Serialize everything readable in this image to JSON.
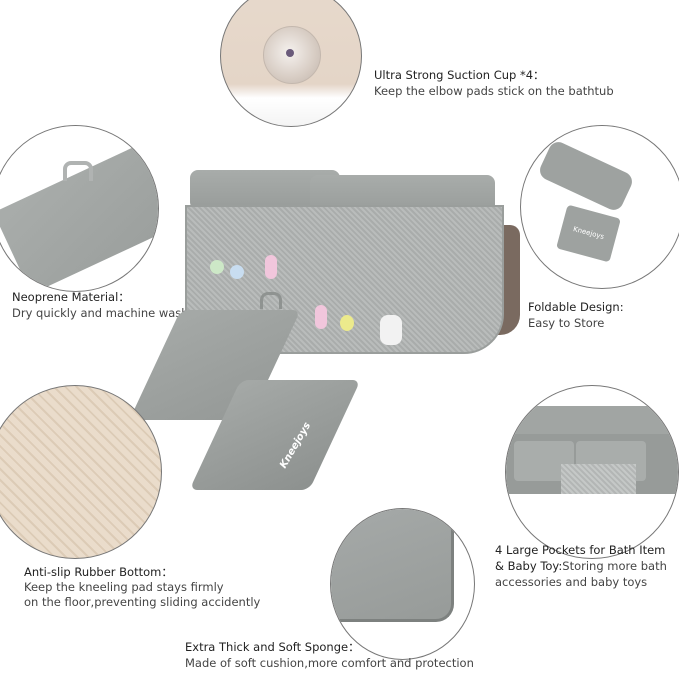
{
  "features": {
    "suction": {
      "title": "Ultra Strong Suction Cup *4：",
      "desc": "Keep the elbow pads stick on the bathtub"
    },
    "neoprene": {
      "title": "Neoprene  Material：",
      "desc": "Dry quickly and machine washable"
    },
    "foldable": {
      "title": "Foldable Design:",
      "desc": "Easy to Store"
    },
    "antislip": {
      "title": "Anti-slip Rubber Bottom：",
      "desc1": "Keep the kneeling pad stays firmly",
      "desc2": " on the floor,preventing sliding accidently"
    },
    "pockets": {
      "title1": "4 Large Pockets for Bath Item",
      "title2": "& Baby Toy:",
      "desc1": "Storing more bath",
      "desc2": "accessories and baby toys"
    },
    "sponge": {
      "title": "Extra Thick and Soft Sponge：",
      "desc": "Made of soft cushion,more comfort and protection"
    }
  },
  "brand": "Kneejoys",
  "colors": {
    "product_gray": "#9a9e9c",
    "rubber_beige": "#e8d8c4",
    "mesh_gray": "#b9bcbb"
  }
}
